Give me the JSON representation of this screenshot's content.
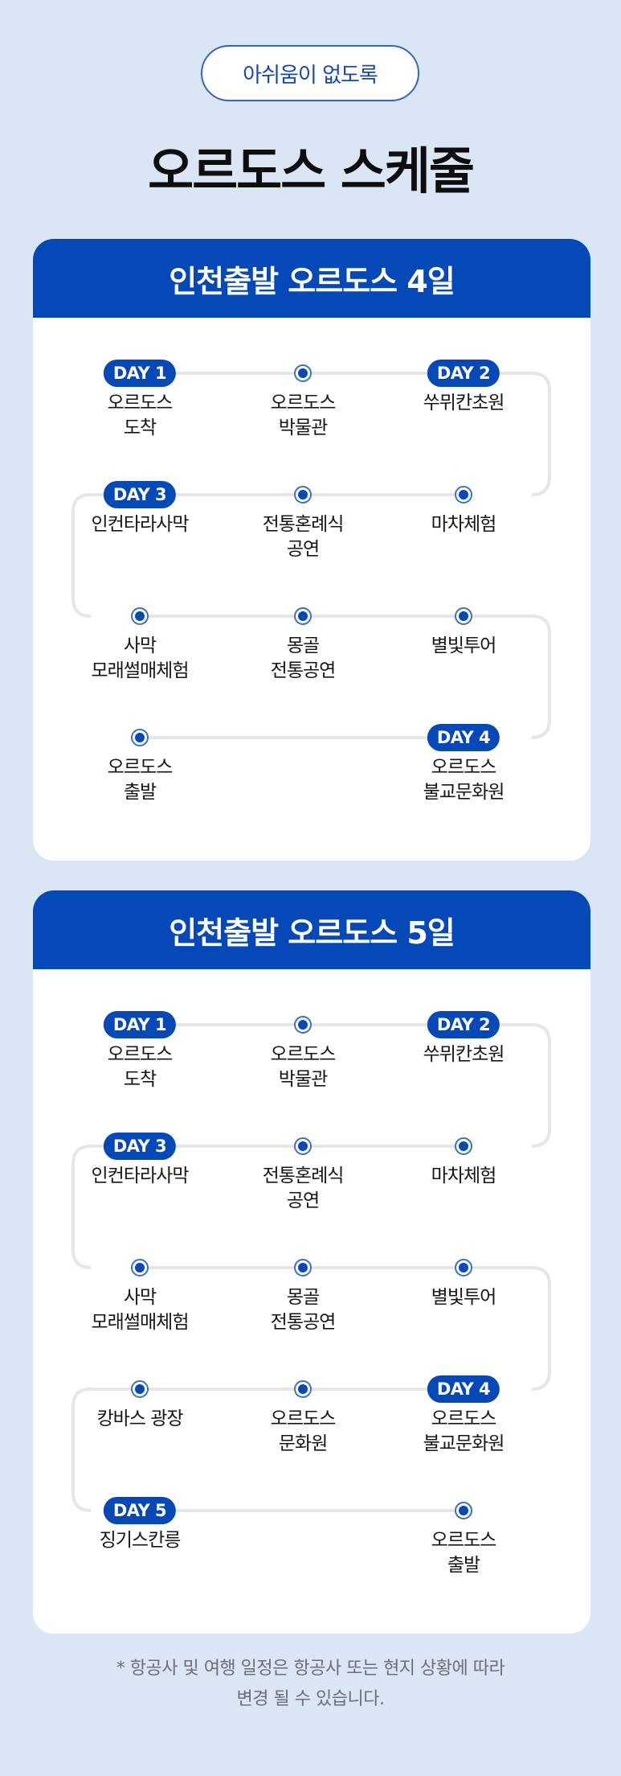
{
  "bubble": "아쉬움이 없도록",
  "title": "오르도스 스케줄",
  "cards": [
    {
      "header": "인천출발 오르도스 4일",
      "stops": [
        {
          "day": "DAY 1",
          "label": "오르도스\n도착"
        },
        {
          "day": "",
          "label": "오르도스\n박물관"
        },
        {
          "day": "DAY 2",
          "label": "쑤뮈칸초원"
        },
        {
          "day": "",
          "label": "마차체험"
        },
        {
          "day": "",
          "label": "전통혼례식\n공연"
        },
        {
          "day": "DAY 3",
          "label": "인컨타라사막"
        },
        {
          "day": "",
          "label": "사막\n모래썰매체험"
        },
        {
          "day": "",
          "label": "몽골\n전통공연"
        },
        {
          "day": "",
          "label": "별빛투어"
        },
        {
          "day": "DAY 4",
          "label": "오르도스\n불교문화원"
        },
        {
          "day": "",
          "label": "오르도스\n출발"
        }
      ]
    },
    {
      "header": "인천출발 오르도스 5일",
      "stops": [
        {
          "day": "DAY 1",
          "label": "오르도스\n도착"
        },
        {
          "day": "",
          "label": "오르도스\n박물관"
        },
        {
          "day": "DAY 2",
          "label": "쑤뮈칸초원"
        },
        {
          "day": "",
          "label": "마차체험"
        },
        {
          "day": "",
          "label": "전통혼례식\n공연"
        },
        {
          "day": "DAY 3",
          "label": "인컨타라사막"
        },
        {
          "day": "",
          "label": "사막\n모래썰매체험"
        },
        {
          "day": "",
          "label": "몽골\n전통공연"
        },
        {
          "day": "",
          "label": "별빛투어"
        },
        {
          "day": "DAY 4",
          "label": "오르도스\n불교문화원"
        },
        {
          "day": "",
          "label": "오르도스\n문화원"
        },
        {
          "day": "",
          "label": "캉바스 광장"
        },
        {
          "day": "DAY 5",
          "label": "징기스칸릉"
        },
        {
          "day": "",
          "label": "오르도스\n출발"
        }
      ]
    }
  ],
  "note": "* 항공사 및 여행 일정은 항공사 또는 현지 상황에 따라\n변경 될 수 있습니다.",
  "colors": {
    "background": "#dbe6f5",
    "brand": "#0548b8",
    "track": "#e6e6e6"
  }
}
